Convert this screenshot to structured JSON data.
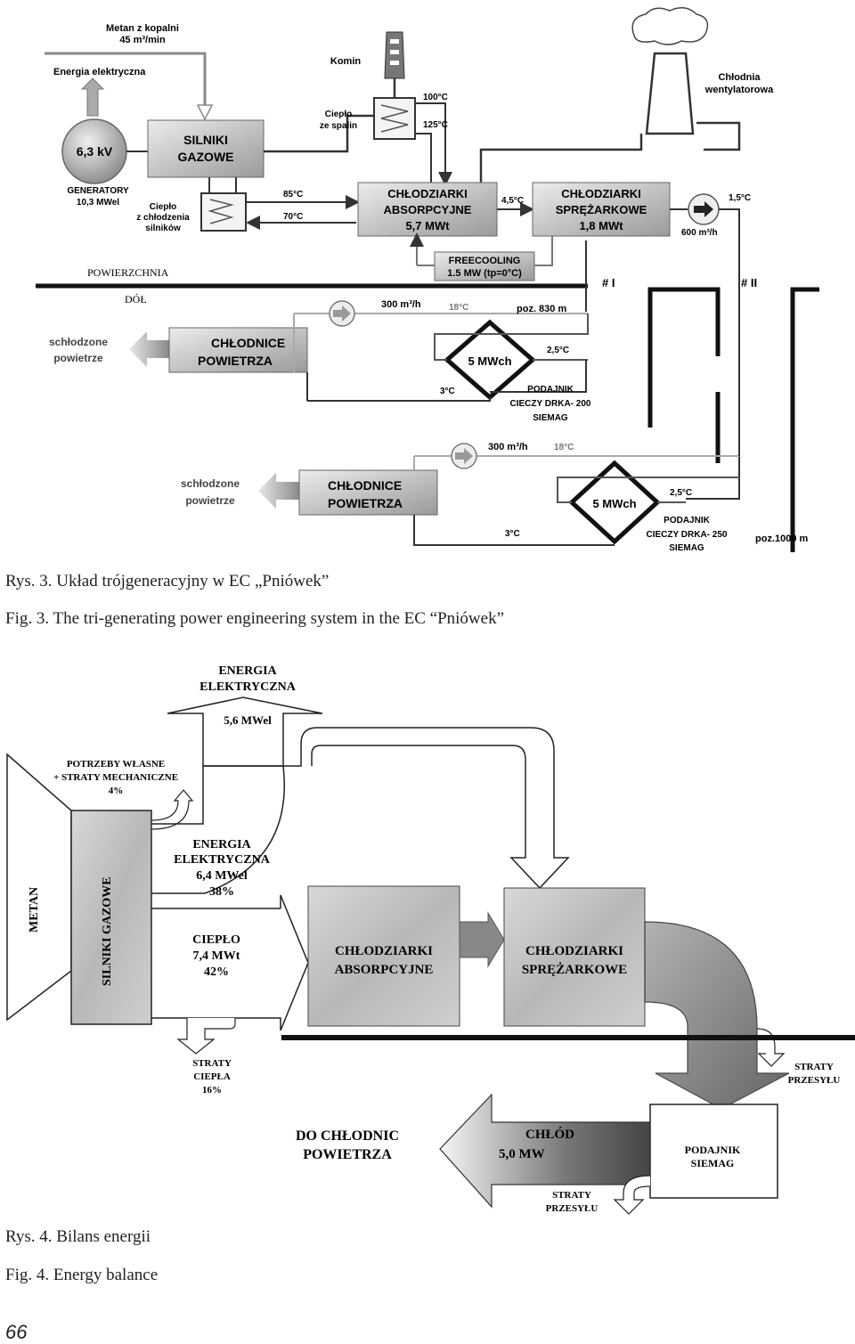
{
  "fig3": {
    "labels": {
      "metan": "Metan z kopalni",
      "metan_flow": "45 m³/min",
      "energia": "Energia elektryczna",
      "komin": "Komin",
      "chlodnia1": "Chłodnia",
      "chlodnia2": "wentylatorowa",
      "cieplo_spalin1": "Ciepło",
      "cieplo_spalin2": "ze spalin",
      "t100": "100°C",
      "t125": "125°C",
      "kv": "6,3 kV",
      "gen1": "GENERATORY",
      "gen2": "10,3 MWel",
      "silniki1": "SILNIKI",
      "silniki2": "GAZOWE",
      "cc1": "Ciepło",
      "cc2": "z chłodzenia",
      "cc3": "silników",
      "t85": "85°C",
      "t70": "70°C",
      "abs1": "CHŁODZIARKI",
      "abs2": "ABSORPCYJNE",
      "abs3": "5,7 MWt",
      "t45": "4,5°C",
      "spr1": "CHŁODZIARKI",
      "spr2": "SPRĘŻARKOWE",
      "spr3": "1,8 MWt",
      "t15": "1,5°C",
      "flow600": "600 m³/h",
      "free1": "FREECOOLING",
      "free2": "1.5 MW (tp=0°C)",
      "pow": "POWIERZCHNIA",
      "dol": "DÓŁ",
      "shaft1": "# I",
      "shaft2": "# II",
      "flow300a": "300 m³/h",
      "t18a": "18°C",
      "poz830": "poz. 830 m",
      "sch1a": "schłodzone",
      "sch1b": "powietrze",
      "chp1a": "CHŁODNICE",
      "chp1b": "POWIETRZA",
      "mw5a": "5 MWch",
      "t25a": "2,5°C",
      "t3a": "3°C",
      "pod1a": "PODAJNIK",
      "pod1b": "CIECZY DRKA- 200",
      "pod1c": "SIEMAG",
      "flow300b": "300 m³/h",
      "t18b": "18°C",
      "sch2a": "schłodzone",
      "sch2b": "powietrze",
      "chp2a": "CHŁODNICE",
      "chp2b": "POWIETRZA",
      "mw5b": "5 MWch",
      "t25b": "2,5°C",
      "t3b": "3°C",
      "pod2a": "PODAJNIK",
      "pod2b": "CIECZY DRKA- 250",
      "pod2c": "SIEMAG",
      "poz1000": "poz.1000 m"
    },
    "caption_pl": "Rys. 3. Układ trójgeneracyjny w EC „Pniówek”",
    "caption_en": "Fig. 3. The tri-generating power engineering system in the EC “Pniówek”"
  },
  "fig4": {
    "labels": {
      "en_top1": "ENERGIA",
      "en_top2": "ELEKTRYCZNA",
      "mwel56": "5,6 MWel",
      "potrz1": "POTRZEBY WŁASNE",
      "potrz2": "+ STRATY MECHANICZNE",
      "potrz3": "4%",
      "metan": "METAN",
      "silniki": "SILNIKI GAZOWE",
      "en_mid1": "ENERGIA",
      "en_mid2": "ELEKTRYCZNA",
      "en_mid3": "6,4 MWel",
      "en_mid4": "38%",
      "cieplo1": "CIEPŁO",
      "cieplo2": "7,4 MWt",
      "cieplo3": "42%",
      "abs1": "CHŁODZIARKI",
      "abs2": "ABSORPCYJNE",
      "spr1": "CHŁODZIARKI",
      "spr2": "SPRĘŻARKOWE",
      "sc1": "STRATY",
      "sc2": "CIEPŁA",
      "sc3": "16%",
      "sp1": "STRATY",
      "sp2": "PRZESYŁU",
      "do1": "DO CHŁODNIC",
      "do2": "POWIETRZA",
      "chlod1": "CHŁÓD",
      "chlod2": "5,0 MW",
      "pod1": "PODAJNIK",
      "pod2": "SIEMAG",
      "sp3": "STRATY",
      "sp4": "PRZESYŁU"
    },
    "caption_pl": "Rys. 4. Bilans energii",
    "caption_en": "Fig. 4. Energy balance"
  },
  "page_number": "66"
}
